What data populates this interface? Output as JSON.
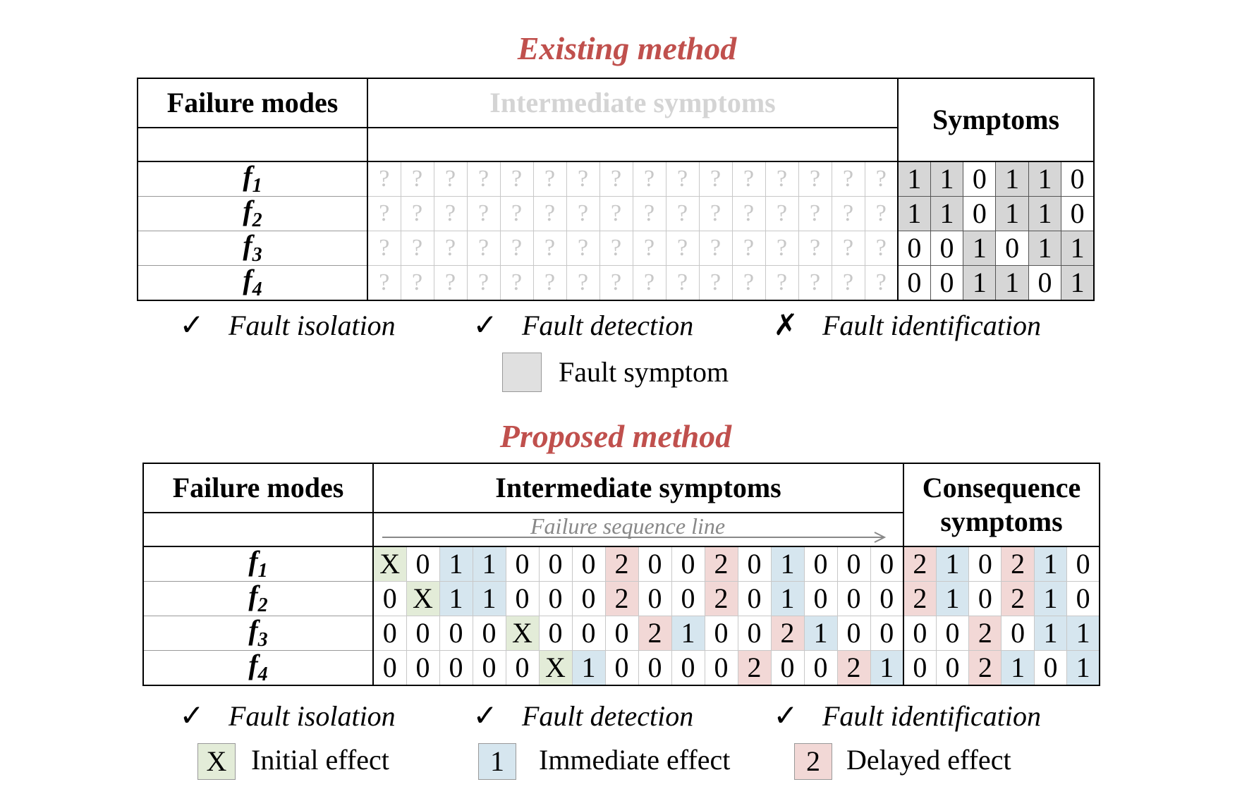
{
  "existing": {
    "title": "Existing method",
    "failure_modes_header": "Failure modes",
    "intermediate_header": "Intermediate symptoms",
    "symptoms_header": "Symptoms",
    "rows": [
      {
        "label": "f",
        "sub": "1",
        "symptoms": [
          "1",
          "1",
          "0",
          "1",
          "1",
          "0"
        ]
      },
      {
        "label": "f",
        "sub": "2",
        "symptoms": [
          "1",
          "1",
          "0",
          "1",
          "1",
          "0"
        ]
      },
      {
        "label": "f",
        "sub": "3",
        "symptoms": [
          "0",
          "0",
          "1",
          "0",
          "1",
          "1"
        ]
      },
      {
        "label": "f",
        "sub": "4",
        "symptoms": [
          "0",
          "0",
          "1",
          "1",
          "0",
          "1"
        ]
      }
    ],
    "unknown_mark": "?",
    "legend": {
      "isolation": "Fault isolation",
      "detection": "Fault detection",
      "identification": "Fault identification",
      "isolation_mark": "✓",
      "detection_mark": "✓",
      "identification_mark": "✗",
      "fault_symptom": "Fault symptom"
    }
  },
  "proposed": {
    "title": "Proposed method",
    "failure_modes_header": "Failure modes",
    "intermediate_header": "Intermediate symptoms",
    "consequence_header_line1": "Consequence",
    "consequence_header_line2": "symptoms",
    "sequence_line_label": "Failure sequence line",
    "rows": [
      {
        "label": "f",
        "sub": "1",
        "intermediate": [
          "X",
          "0",
          "1",
          "1",
          "0",
          "0",
          "0",
          "2",
          "0",
          "0",
          "2",
          "0",
          "1",
          "0",
          "0",
          "0"
        ],
        "consequence": [
          "2",
          "1",
          "0",
          "2",
          "1",
          "0"
        ]
      },
      {
        "label": "f",
        "sub": "2",
        "intermediate": [
          "0",
          "X",
          "1",
          "1",
          "0",
          "0",
          "0",
          "2",
          "0",
          "0",
          "2",
          "0",
          "1",
          "0",
          "0",
          "0"
        ],
        "consequence": [
          "2",
          "1",
          "0",
          "2",
          "1",
          "0"
        ]
      },
      {
        "label": "f",
        "sub": "3",
        "intermediate": [
          "0",
          "0",
          "0",
          "0",
          "X",
          "0",
          "0",
          "0",
          "2",
          "1",
          "0",
          "0",
          "2",
          "1",
          "0",
          "0"
        ],
        "consequence": [
          "0",
          "0",
          "2",
          "0",
          "1",
          "1"
        ]
      },
      {
        "label": "f",
        "sub": "4",
        "intermediate": [
          "0",
          "0",
          "0",
          "0",
          "0",
          "X",
          "1",
          "0",
          "0",
          "0",
          "0",
          "2",
          "0",
          "0",
          "2",
          "1"
        ],
        "consequence": [
          "0",
          "0",
          "2",
          "1",
          "0",
          "1"
        ]
      }
    ],
    "legend": {
      "isolation": "Fault isolation",
      "detection": "Fault detection",
      "identification": "Fault identification",
      "mark": "✓",
      "initial_symbol": "X",
      "initial_label": "Initial effect",
      "immediate_symbol": "1",
      "immediate_label": "Immediate effect",
      "delayed_symbol": "2",
      "delayed_label": "Delayed effect"
    }
  },
  "colors": {
    "title": "#c0504d",
    "fault_symptom": "#d6d6d6",
    "initial_effect": "#e3ecd8",
    "immediate_effect": "#d6e6ef",
    "delayed_effect": "#f2d8d6"
  }
}
